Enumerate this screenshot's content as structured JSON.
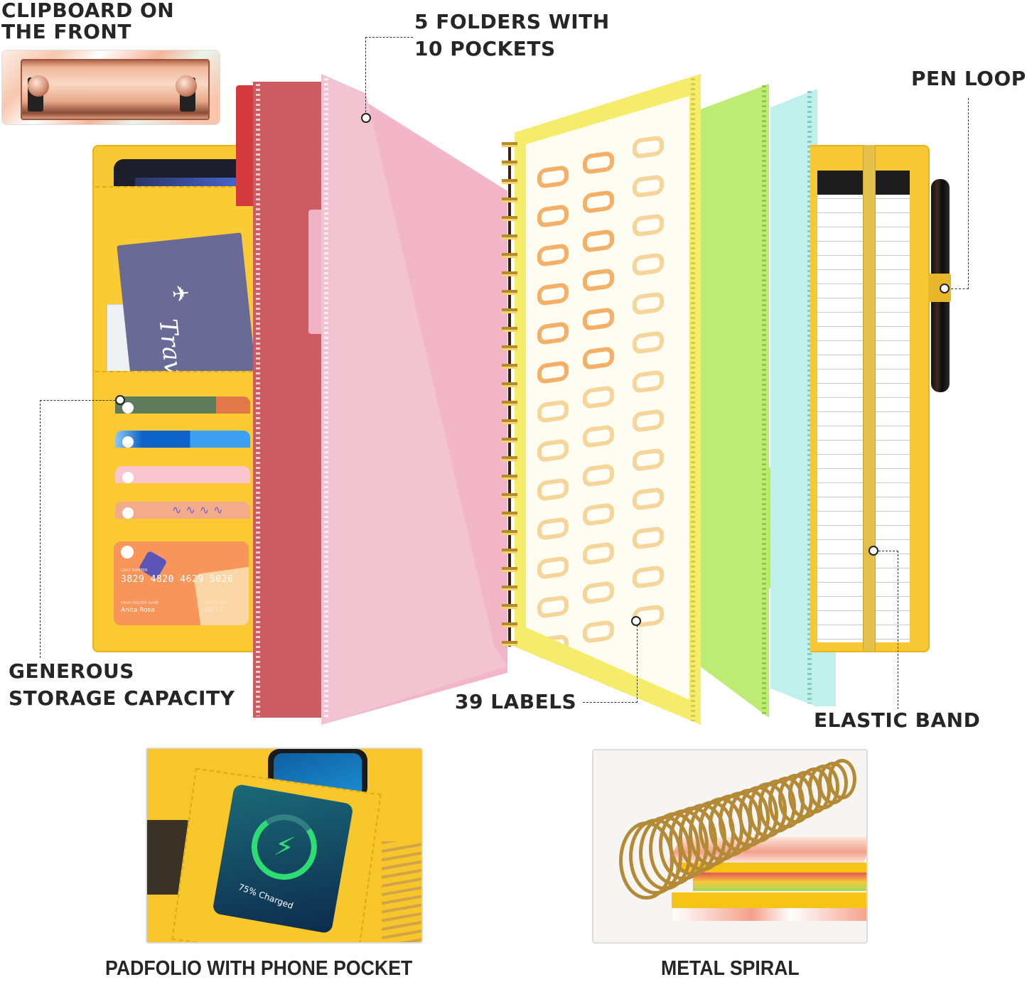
{
  "callouts": {
    "clipboard": {
      "line1": "CLIPBOARD ON",
      "line2": "THE FRONT"
    },
    "folders": {
      "line1": "5 FOLDERS WITH",
      "line2": "10 POCKETS"
    },
    "pen_loop": "PEN LOOP",
    "storage": {
      "line1": "GENEROUS",
      "line2": "STORAGE CAPACITY"
    },
    "labels": "39 LABELS",
    "elastic_band": "ELASTIC BAND",
    "phone_pocket": "PADFOLIO WITH PHONE POCKET",
    "metal_spiral": "METAL SPIRAL"
  },
  "passport": {
    "text": "Travel"
  },
  "credit_card": {
    "number_label": "CARD NUMBER",
    "number": "3829 4820 4629 5026",
    "holder_label": "CARD HOLDER NAME",
    "holder": "Anita Rose",
    "expiry_label": "VALID THRU",
    "expiry": "08/17"
  },
  "phone_screen": {
    "charge_text": "75% Charged",
    "charge_percent": 75
  },
  "colors": {
    "padfolio_yellow": "#f7c833",
    "folder_red": "#cc5c62",
    "folder_pink": "#f3b5c8",
    "folder_yellow": "#f4ec6a",
    "folder_green": "#bdec74",
    "folder_cyan": "#bff0ec",
    "label_orange": "#f4b066",
    "charge_green": "#2ddc72",
    "text": "#262626"
  },
  "label_grid": {
    "columns": 3,
    "rows": 13,
    "total": 39
  },
  "folder_count": 5,
  "pocket_count": 10
}
